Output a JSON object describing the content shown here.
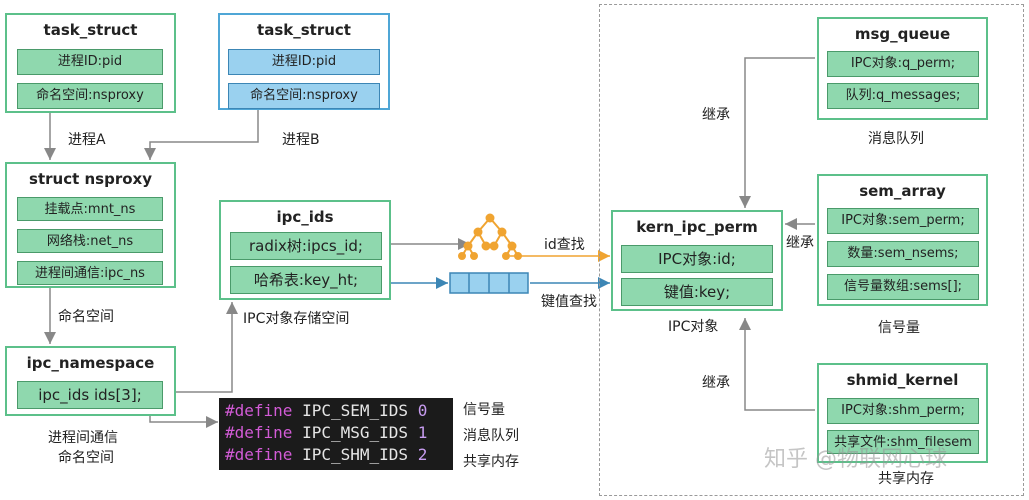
{
  "task_a": {
    "title": "task_struct",
    "pid": "进程ID:pid",
    "ns": "命名空间:nsproxy",
    "caption": "进程A"
  },
  "task_b": {
    "title": "task_struct",
    "pid": "进程ID:pid",
    "ns": "命名空间:nsproxy",
    "caption": "进程B"
  },
  "nsproxy": {
    "title": "struct nsproxy",
    "mnt": "挂载点:mnt_ns",
    "net": "网络栈:net_ns",
    "ipc": "进程间通信:ipc_ns",
    "caption": "命名空间"
  },
  "ipc_ns": {
    "title": "ipc_namespace",
    "ids": "ipc_ids ids[3];",
    "caption1": "进程间通信",
    "caption2": "命名空间"
  },
  "ipc_ids": {
    "title": "ipc_ids",
    "radix": "radix树:ipcs_id;",
    "hash": "哈希表:key_ht;",
    "caption": "IPC对象存储空间"
  },
  "lookup": {
    "id": "id查找",
    "key": "键值查找"
  },
  "kern": {
    "title": "kern_ipc_perm",
    "id": "IPC对象:id;",
    "key": "键值:key;",
    "caption": "IPC对象"
  },
  "msg": {
    "title": "msg_queue",
    "perm": "IPC对象:q_perm;",
    "q": "队列:q_messages;",
    "caption": "消息队列"
  },
  "sem": {
    "title": "sem_array",
    "perm": "IPC对象:sem_perm;",
    "n": "数量:sem_nsems;",
    "arr": "信号量数组:sems[];",
    "caption": "信号量"
  },
  "shm": {
    "title": "shmid_kernel",
    "perm": "IPC对象:shm_perm;",
    "file": "共享文件:shm_filesem",
    "caption": "共享内存"
  },
  "inherit": "继承",
  "defines": [
    {
      "kw": "#define",
      "name": "IPC_SEM_IDS",
      "num": "0",
      "desc": "信号量"
    },
    {
      "kw": "#define",
      "name": "IPC_MSG_IDS",
      "num": "1",
      "desc": "消息队列"
    },
    {
      "kw": "#define",
      "name": "IPC_SHM_IDS",
      "num": "2",
      "desc": "共享内存"
    }
  ],
  "watermark": "知乎 @物联网心球",
  "colors": {
    "green_box": "#5cc08a",
    "green_field": "#8fd8ae",
    "blue_box": "#4fa6d6",
    "blue_field": "#9ad1ef",
    "orange": "#f0a431",
    "arrow": "#888888"
  }
}
